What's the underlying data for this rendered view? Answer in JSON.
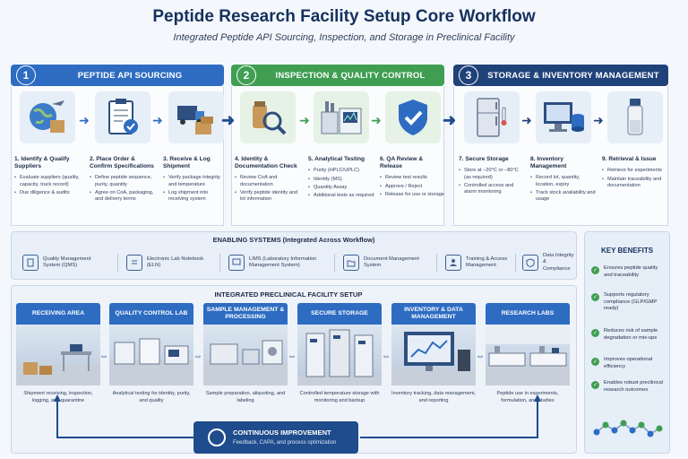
{
  "title": "Peptide Research Facility Setup Core Workflow",
  "subtitle": "Integrated Peptide API Sourcing, Inspection, and Storage in Preclinical Facility",
  "colors": {
    "phase1": "#2e6cc2",
    "phase2": "#3f9e52",
    "phase3": "#20427a",
    "accent": "#1f4c8c"
  },
  "phases": [
    {
      "num": "1",
      "label": "PEPTIDE API SOURCING"
    },
    {
      "num": "2",
      "label": "INSPECTION & QUALITY CONTROL"
    },
    {
      "num": "3",
      "label": "STORAGE & INVENTORY MANAGEMENT"
    }
  ],
  "steps": [
    {
      "title": "1. Identify & Qualify Suppliers",
      "icon": "globe-icon",
      "bullets": [
        "Evaluate suppliers (quality, capacity, track record)",
        "Due diligence & audits"
      ]
    },
    {
      "title": "2. Place Order & Confirm Specifications",
      "icon": "clipboard-icon",
      "bullets": [
        "Define peptide sequence, purity, quantity",
        "Agree on CoA, packaging, and delivery terms"
      ]
    },
    {
      "title": "3. Receive & Log Shipment",
      "icon": "truck-icon",
      "bullets": [
        "Verify package integrity and temperature",
        "Log shipment into receiving system"
      ]
    },
    {
      "title": "4. Identity & Documentation Check",
      "icon": "magnifier-icon",
      "bullets": [
        "Review CoA and documentation",
        "Verify peptide identity and lot information"
      ]
    },
    {
      "title": "5. Analytical Testing",
      "icon": "lab-instrument-icon",
      "bullets": [
        "Purity (HPLC/UPLC)",
        "Identity (MS)",
        "Quantity Assay",
        "Additional tests as required"
      ]
    },
    {
      "title": "6. QA Review & Release",
      "icon": "shield-check-icon",
      "bullets": [
        "Review test results",
        "Approve / Reject",
        "Release for use or storage"
      ]
    },
    {
      "title": "7. Secure Storage",
      "icon": "freezer-icon",
      "bullets": [
        "Store at −20°C or −80°C (as required)",
        "Controlled access and alarm monitoring"
      ]
    },
    {
      "title": "8. Inventory Management",
      "icon": "monitor-database-icon",
      "bullets": [
        "Record lot, quantity, location, expiry",
        "Track stock availability and usage"
      ]
    },
    {
      "title": "9. Retrieval & Issue",
      "icon": "vial-icon",
      "bullets": [
        "Retrieve for experiments",
        "Maintain traceability and documentation"
      ]
    }
  ],
  "enabling": {
    "title": "ENABLING SYSTEMS (Integrated Across Workflow)",
    "systems": [
      {
        "label": "Quality Management System (QMS)",
        "icon": "qms-document-icon"
      },
      {
        "label": "Electronic Lab Notebook (ELN)",
        "icon": "notebook-icon"
      },
      {
        "label": "LIMS (Laboratory Information Management System)",
        "icon": "computer-icon"
      },
      {
        "label": "Document Management System",
        "icon": "folder-icon"
      },
      {
        "label": "Training & Access Management",
        "icon": "people-icon"
      },
      {
        "label": "Data Integrity & Compliance",
        "icon": "lock-shield-icon"
      }
    ]
  },
  "benefits": {
    "title": "KEY BENEFITS",
    "items": [
      "Ensures peptide quality and traceability",
      "Supports regulatory compliance (GLP/GMP ready)",
      "Reduces risk of sample degradation or mix-ups",
      "Improves operational efficiency",
      "Enables robust preclinical research outcomes"
    ]
  },
  "facility": {
    "title": "INTEGRATED PRECLINICAL FACILITY SETUP",
    "areas": [
      {
        "header": "RECEIVING AREA",
        "caption": "Shipment receiving, inspection, logging, and quarantine"
      },
      {
        "header": "QUALITY CONTROL LAB",
        "caption": "Analytical testing for identity, purity, and quality"
      },
      {
        "header": "SAMPLE MANAGEMENT & PROCESSING",
        "caption": "Sample preparation, aliquoting, and labeling"
      },
      {
        "header": "SECURE STORAGE",
        "caption": "Controlled temperature storage with monitoring and backup"
      },
      {
        "header": "INVENTORY & DATA MANAGEMENT",
        "caption": "Inventory tracking, data management, and reporting"
      },
      {
        "header": "RESEARCH LABS",
        "caption": "Peptide use in experiments, formulation, and studies"
      }
    ]
  },
  "improvement": {
    "title": "CONTINUOUS IMPROVEMENT",
    "subtitle": "Feedback, CAPA, and process optimization"
  }
}
